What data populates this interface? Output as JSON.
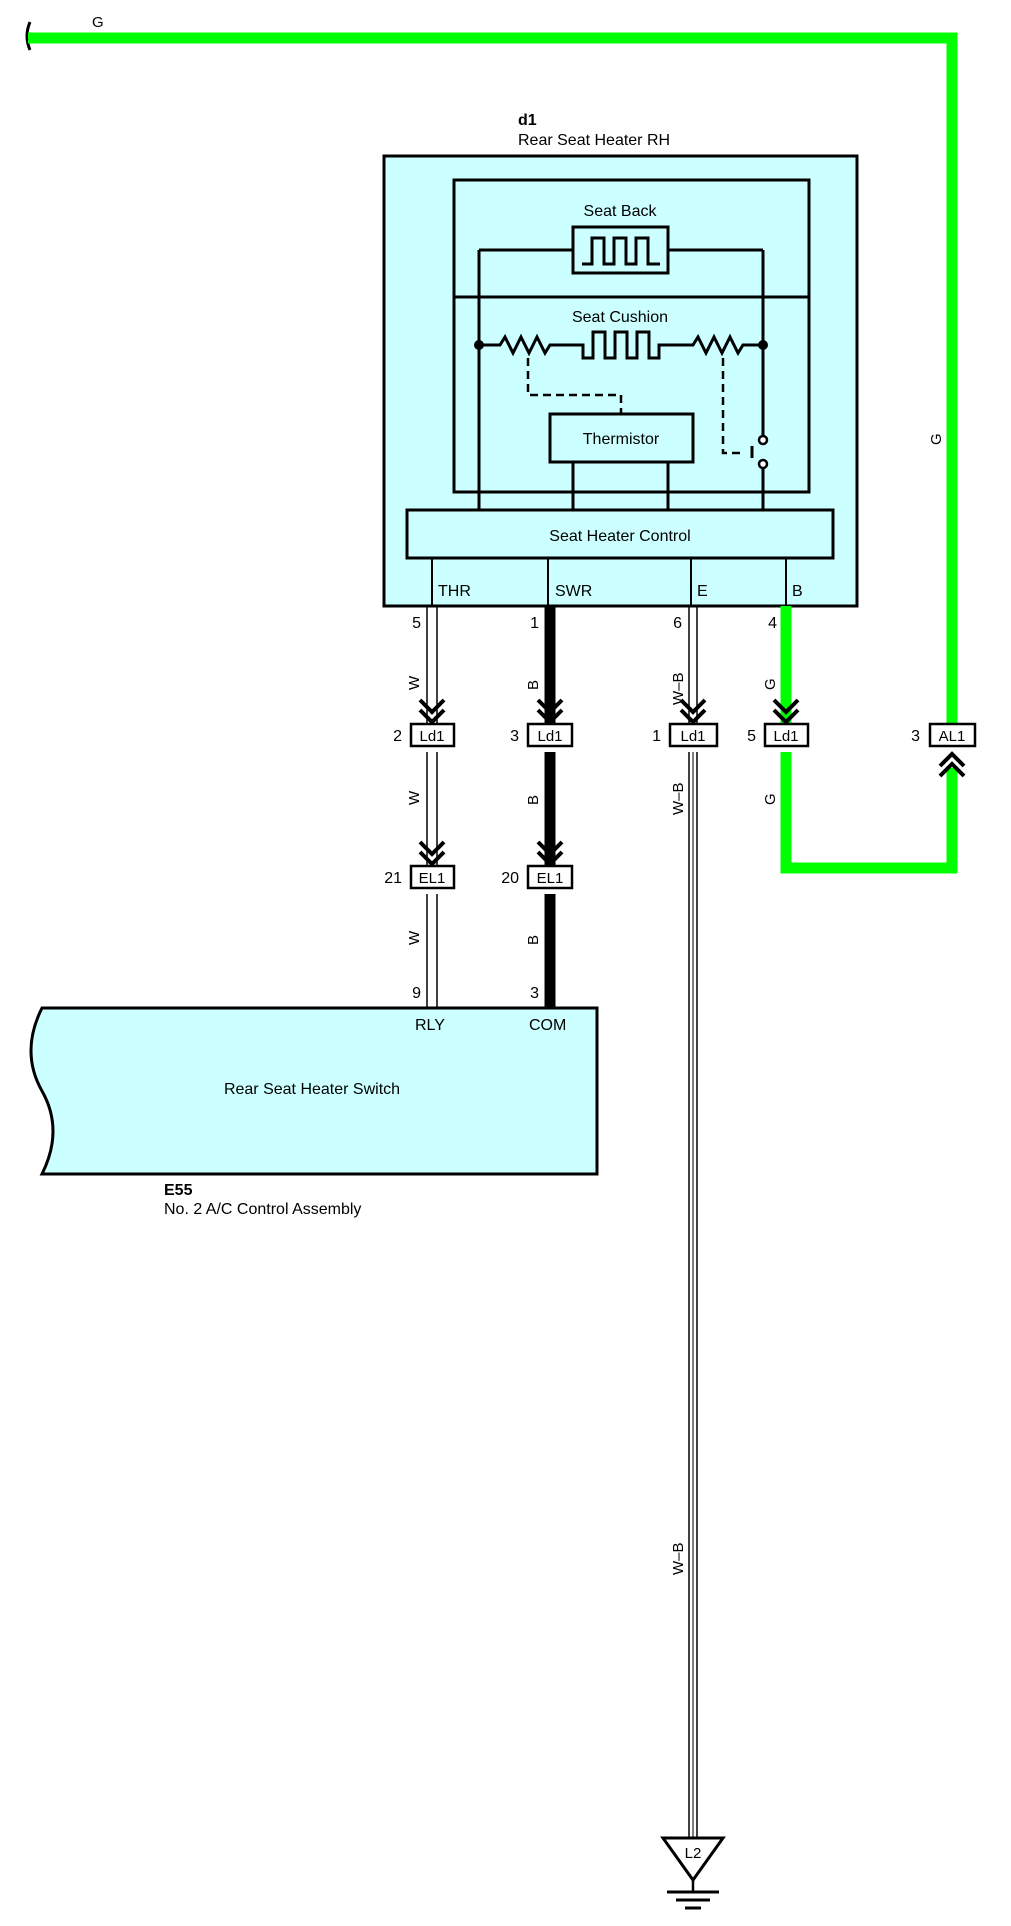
{
  "colors": {
    "green_wire": "#00ff00",
    "component_fill": "#ccffff",
    "black": "#000000",
    "white": "#ffffff"
  },
  "top_wire": {
    "color_label": "G",
    "color_label_vertical": "G"
  },
  "heater": {
    "code": "d1",
    "name": "Rear Seat Heater RH",
    "seat_back": "Seat Back",
    "seat_cushion": "Seat Cushion",
    "thermistor": "Thermistor",
    "control": "Seat Heater Control",
    "pins": [
      "THR",
      "SWR",
      "E",
      "B"
    ],
    "pin_numbers": [
      "5",
      "1",
      "6",
      "4"
    ]
  },
  "wires": {
    "thr": {
      "color": "W"
    },
    "swr": {
      "color": "B"
    },
    "e": {
      "color": "W–B"
    },
    "b": {
      "color": "G"
    }
  },
  "connectors": {
    "ld1_thr": {
      "pin": "2",
      "name": "Ld1"
    },
    "ld1_swr": {
      "pin": "3",
      "name": "Ld1"
    },
    "ld1_e": {
      "pin": "1",
      "name": "Ld1"
    },
    "ld1_b": {
      "pin": "5",
      "name": "Ld1"
    },
    "al1": {
      "pin": "3",
      "name": "AL1"
    },
    "el1_thr": {
      "pin": "21",
      "name": "EL1"
    },
    "el1_swr": {
      "pin": "20",
      "name": "EL1"
    }
  },
  "switch": {
    "code": "E55",
    "name": "No. 2 A/C Control Assembly",
    "label": "Rear Seat Heater Switch",
    "pins": [
      "RLY",
      "COM"
    ],
    "pin_numbers": [
      "9",
      "3"
    ]
  },
  "ground": {
    "name": "L2"
  }
}
